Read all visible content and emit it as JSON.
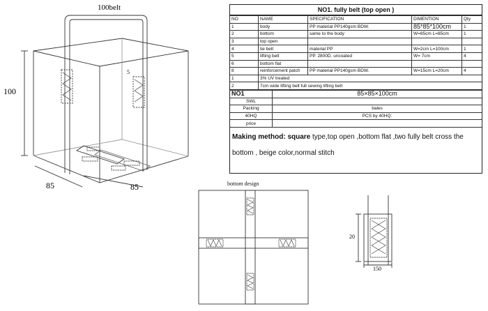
{
  "left_drawing": {
    "top_label": "100belt",
    "height_label": "100",
    "width_label_left": "85",
    "width_label_right": "85",
    "belt_label": "5"
  },
  "spec_sheet": {
    "title": "NO1. fully belt (top open )",
    "headers": [
      "NO",
      "NAME",
      "SPECIFICATION",
      "DIMENTION",
      "Qty"
    ],
    "rows": [
      {
        "no": "1",
        "name": "body",
        "spec": "PP material PP140gsm BDW.",
        "dim": "85*85*100cm",
        "qty": "1"
      },
      {
        "no": "2",
        "name": "bottom",
        "spec": "same to the body",
        "dim": "W=85cm L=85cm",
        "qty": "1"
      },
      {
        "no": "3",
        "name": "top open",
        "spec": "",
        "dim": "",
        "qty": ""
      },
      {
        "no": "4",
        "name": "tie belt",
        "spec": "material PP",
        "dim": "W=2cm L=100cm",
        "qty": "1"
      },
      {
        "no": "5",
        "name": "lifting belt",
        "spec": "PP.  2800D.   uncoated",
        "dim": "W= 7cm",
        "qty": "4"
      },
      {
        "no": "6",
        "name": "bottom flat",
        "spec": "",
        "dim": "",
        "qty": ""
      },
      {
        "no": "8",
        "name": "reinforcement patch",
        "spec": "PP material PP140gsm BDW.",
        "dim": "W=15cm L=20cm",
        "qty": "4"
      },
      {
        "no": "1",
        "name": "3% UV treated",
        "spec": "",
        "dim": "",
        "qty": ""
      },
      {
        "no": "2",
        "name": "7cm wide  lifting belt    full sewing lifting belt",
        "spec": "",
        "dim": "",
        "qty": ""
      }
    ],
    "summary": {
      "no1_label": "NO1",
      "no1_value": "85×85×100cm",
      "swl_label": "SWL",
      "swl_value": "",
      "packing_label": "Packing",
      "packing_value": "bales",
      "hq_label": "40HQ",
      "hq_value": "PCS by 40HQ:",
      "price_label": "price",
      "price_value": ""
    },
    "making_method_label": "Making method: square",
    "making_method_text": " type,top open ,bottom flat ,two fully belt cross the bottom , beige color,normal stitch"
  },
  "bottom_design": {
    "title": "bottom design"
  },
  "patch_detail": {
    "height_label": "20",
    "width_label": "150"
  }
}
